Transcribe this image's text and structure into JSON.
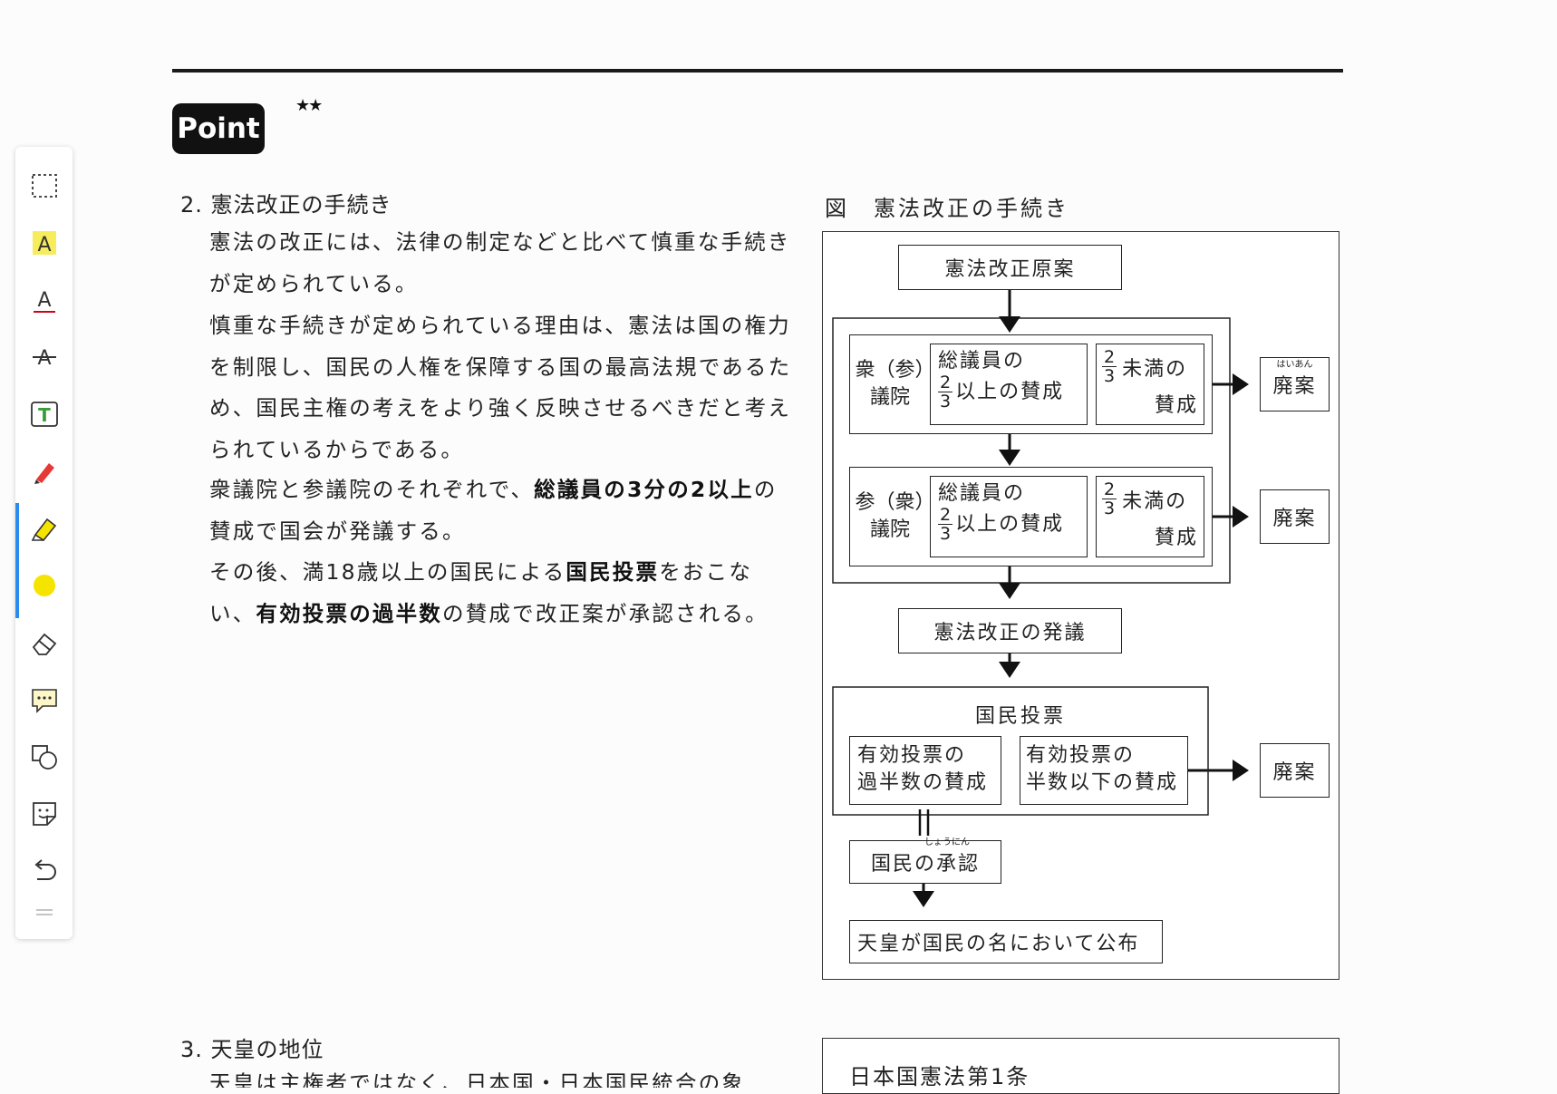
{
  "point_badge": "Point",
  "stars": "★★",
  "toolbar": {
    "tools": [
      {
        "name": "select-rect-icon"
      },
      {
        "name": "highlight-text-icon"
      },
      {
        "name": "underline-text-icon"
      },
      {
        "name": "strikethrough-text-icon"
      },
      {
        "name": "textbox-icon"
      },
      {
        "name": "pen-icon"
      },
      {
        "name": "highlighter-icon"
      },
      {
        "name": "color-swatch-icon"
      },
      {
        "name": "eraser-icon"
      },
      {
        "name": "comment-icon"
      },
      {
        "name": "shapes-icon"
      },
      {
        "name": "sticker-icon"
      },
      {
        "name": "undo-icon"
      },
      {
        "name": "drag-handle-icon"
      }
    ],
    "active_color": "#f5e400",
    "accent": "#2a8cf0"
  },
  "section2": {
    "title": "2. 憲法改正の手続き",
    "p1": "憲法の改正には、法律の制定などと比べて慎重な手続きが定められている。",
    "p2": "慎重な手続きが定められている理由は、憲法は国の権力を制限し、国民の人権を保障する国の最高法規であるため、国民主権の考えをより強く反映させるべきだと考えられているからである。",
    "p3_a": "衆議院と参議院のそれぞれで、",
    "p3_bold": "総議員の3分の2以上",
    "p3_b": "の賛成で国会が発議する。",
    "p4_a": "その後、満18歳以上の国民による",
    "p4_bold1": "国民投票",
    "p4_b": "をおこない、",
    "p4_bold2": "有効投票の過半数",
    "p4_c": "の賛成で改正案が承認される。"
  },
  "figure": {
    "caption": "図　憲法改正の手続き",
    "draft": "憲法改正原案",
    "house1_label": "衆（参）議院",
    "house2_label": "参（衆）議院",
    "total_members": "総議員の",
    "two_thirds_num": "2",
    "two_thirds_den": "3",
    "above_approval": "以上の賛成",
    "below": "未満の",
    "approval": "賛成",
    "haian": "廃案",
    "haian_ruby": "はいあん",
    "initiative": "憲法改正の発議",
    "referendum": "国民投票",
    "valid_majority": "有効投票の過半数の賛成",
    "valid_majority_l1": "有効投票の",
    "valid_majority_l2": "過半数の賛成",
    "valid_half_l1": "有効投票の",
    "valid_half_l2": "半数以下の賛成",
    "approval_people": "国民の承認",
    "approval_ruby": "しょうにん",
    "promulgation": "天皇が国民の名において公布"
  },
  "section3": {
    "title": "3. 天皇の地位",
    "p1": "天皇は主権者ではなく、日本国・日本国民統合の象",
    "box_title": "日本国憲法第1条"
  }
}
